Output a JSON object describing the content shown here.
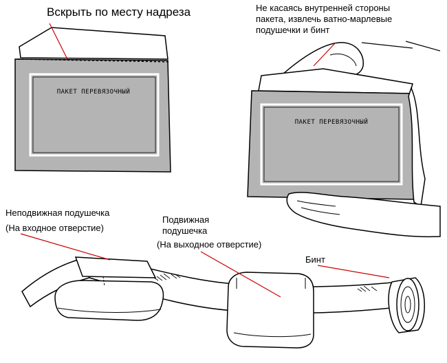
{
  "labels": {
    "open_here": "Вскрыть по месту надреза",
    "dont_touch": "Не касаясь внутренней стороны\nпакета, извлечь ватно-марлевые\nподушечки и бинт",
    "fixed_pad": "Неподвижная подушечка",
    "fixed_pad_note": "(На входное отверстие)",
    "movable_pad": "Подвижная\nподушечка",
    "movable_pad_note": "(На выходное отверстие)",
    "bandage": "Бинт"
  },
  "package_print": "ПАКЕТ ПЕРЕВЯЗОЧНЫЙ",
  "colors": {
    "package": "#b4b4b4",
    "ink": "#000000",
    "pointer": "#cc0000",
    "bandage": "#ffffff"
  }
}
